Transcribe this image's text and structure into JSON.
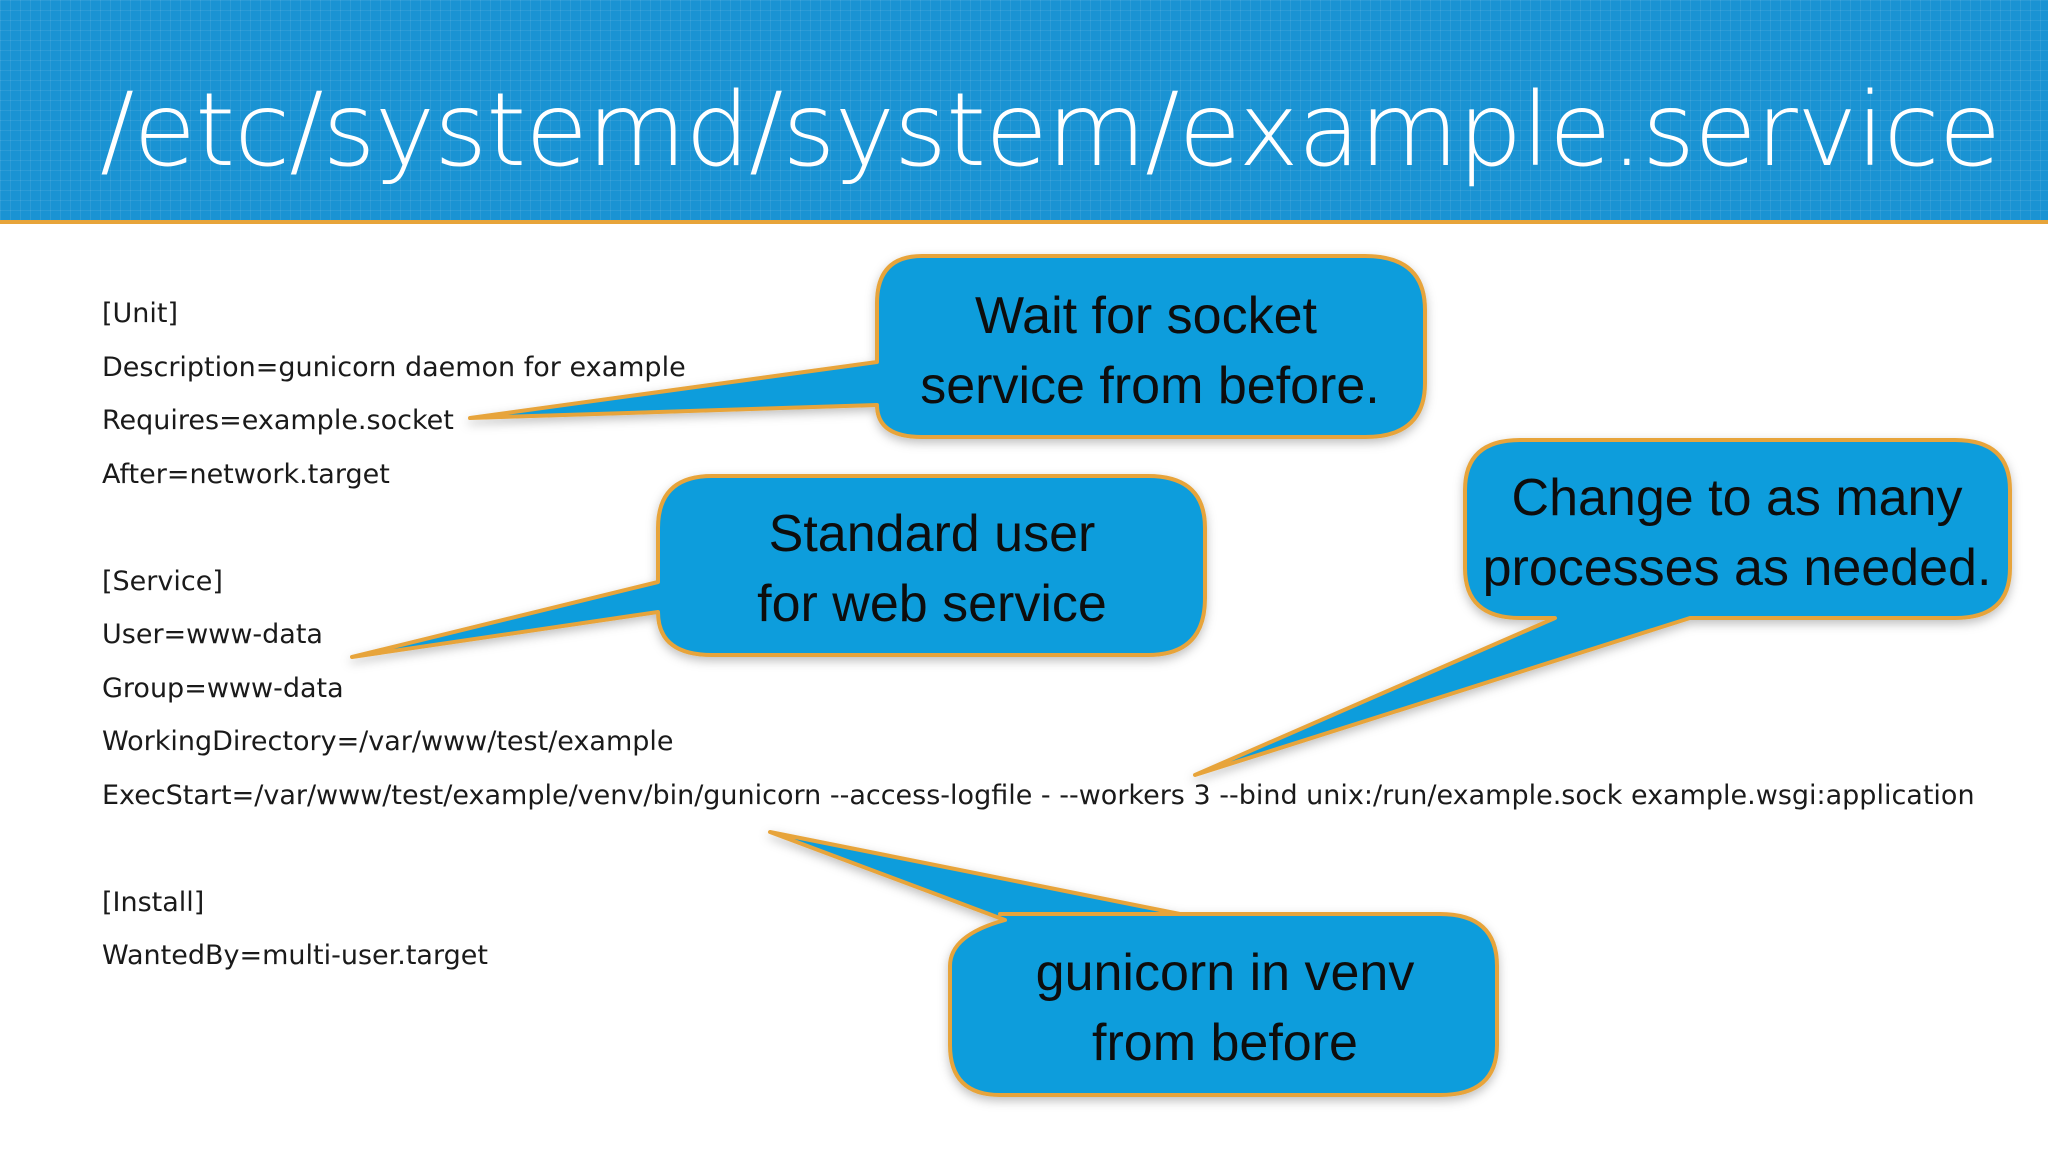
{
  "title": "/etc/systemd/system/example.service",
  "code_lines": [
    "[Unit]",
    "Description=gunicorn daemon for example",
    "Requires=example.socket",
    "After=network.target",
    "",
    "[Service]",
    "User=www-data",
    "Group=www-data",
    "WorkingDirectory=/var/www/test/example",
    "ExecStart=/var/www/test/example/venv/bin/gunicorn --access-logfile - --workers 3 --bind unix:/run/example.sock example.wsgi:application",
    "",
    "[Install]",
    "WantedBy=multi-user.target"
  ],
  "callouts": {
    "socket": [
      "Wait for socket",
      "service from before."
    ],
    "user": [
      "Standard user",
      "for web service"
    ],
    "workers": [
      "Change to as many",
      "processes as needed."
    ],
    "venv": [
      "gunicorn in venv",
      "from before"
    ]
  },
  "colors": {
    "header_blue": "#1a93d3",
    "callout_fill": "#0b9ddc",
    "callout_border": "#e7a43a",
    "text": "#1a1a1a"
  }
}
